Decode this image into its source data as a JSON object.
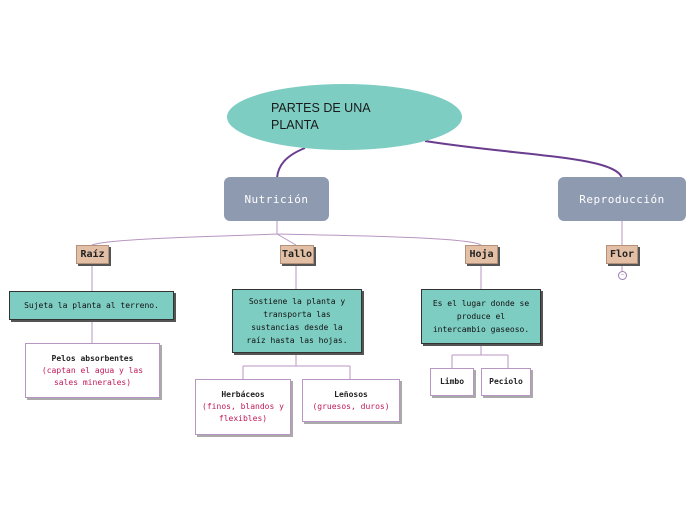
{
  "root": {
    "label": "PARTES DE UNA PLANTA"
  },
  "branches": {
    "nutricion": "Nutrición",
    "reproduccion": "Reproducción"
  },
  "tags": {
    "raiz": "Raíz",
    "tallo": "Tallo",
    "hoja": "Hoja",
    "flor": "Flor"
  },
  "descriptions": {
    "raiz": "Sujeta la planta al terreno.",
    "tallo": "Sostiene la planta y transporta las sustancias desde la raíz hasta las hojas.",
    "hoja": "Es el lugar donde se produce el intercambio gaseoso."
  },
  "leaves": {
    "pelos": {
      "title": "Pelos absorbentes",
      "note": "(captan el agua y las sales minerales)"
    },
    "herbaceos": {
      "title": "Herbáceos",
      "note": "(finos, blandos y flexibles)"
    },
    "lenosos": {
      "title": "Leñosos",
      "note": "(gruesos, duros)"
    },
    "limbo": {
      "title": "Limbo"
    },
    "peciolo": {
      "title": "Peciolo"
    }
  },
  "colors": {
    "root_fill": "#7ecdc2",
    "branch_fill": "#8e9ab0",
    "tag_fill": "#e2bfa5",
    "description_fill": "#7ecdc2",
    "connector": "#6a3d8f",
    "note_text": "#c0185a"
  }
}
